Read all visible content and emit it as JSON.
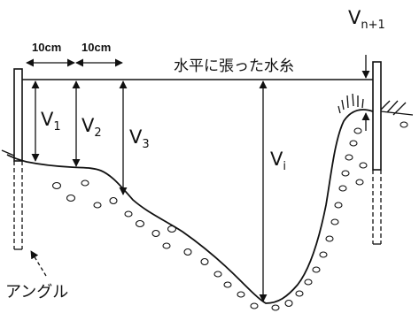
{
  "labels": {
    "spacing_1": "10cm",
    "spacing_2": "10cm",
    "string_label": "水平に張った水糸",
    "angle_label": "アングル",
    "v1": {
      "main": "V",
      "sub": "1"
    },
    "v2": {
      "main": "V",
      "sub": "2"
    },
    "v3": {
      "main": "V",
      "sub": "3"
    },
    "vi": {
      "main": "V",
      "sub": "i"
    },
    "vn1": {
      "main": "V",
      "sub": "n+1"
    }
  }
}
